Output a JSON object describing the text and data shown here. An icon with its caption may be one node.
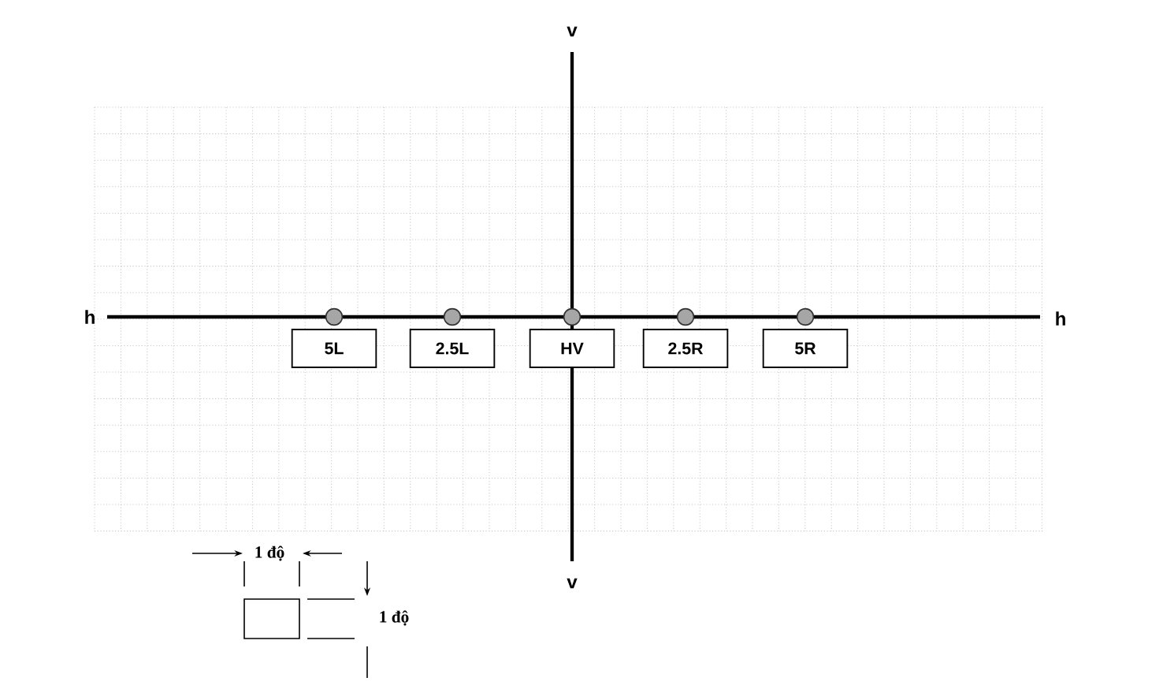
{
  "diagram": {
    "nodes": [
      {
        "text": [
          "5L"
        ]
      },
      {
        "text": [
          "2.5L"
        ]
      },
      {
        "text": [
          "HV"
        ]
      },
      {
        "text": [
          "2.5R"
        ]
      },
      {
        "text": [
          "5R"
        ]
      }
    ],
    "labels": [
      "v",
      "h",
      "h",
      "v",
      "1 độ",
      "1 độ"
    ]
  }
}
